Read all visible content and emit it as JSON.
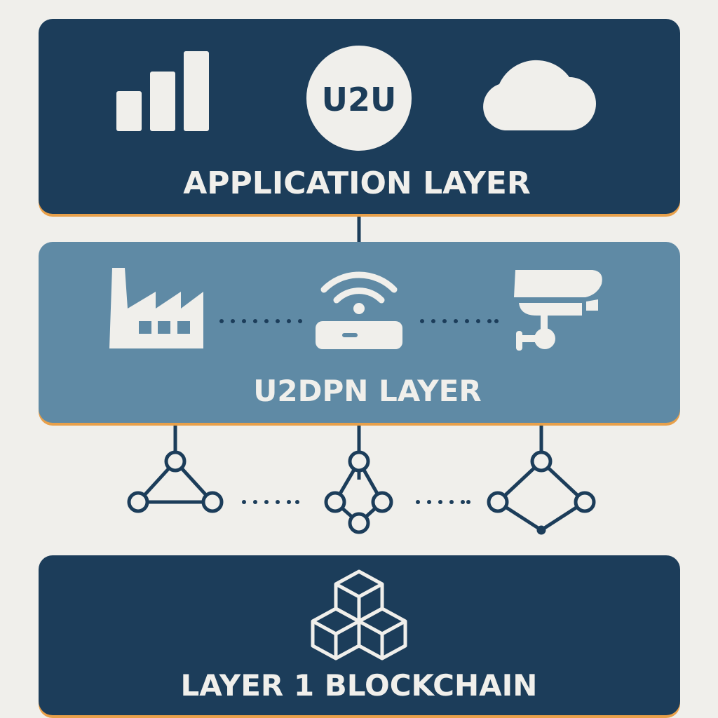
{
  "colors": {
    "navy": "#1c3d5a",
    "steel_blue": "#5f8aa5",
    "background": "#f0efeb",
    "accent_orange": "#e8a04a",
    "icon_fill": "#f0efeb"
  },
  "application_layer": {
    "title": "APPLICATION LAYER",
    "logo_text": "U2U",
    "icons": [
      "bar-chart-icon",
      "u2u-logo",
      "cloud-icon"
    ]
  },
  "u2dpn_layer": {
    "title": "U2DPN LAYER",
    "icons": [
      "factory-icon",
      "wifi-router-icon",
      "security-camera-icon"
    ]
  },
  "networks": [
    "triangle-network-icon",
    "diamond-network-icon",
    "diamond-network-icon"
  ],
  "blockchain_layer": {
    "title": "LAYER 1 BLOCKCHAIN",
    "icons": [
      "cubes-icon"
    ]
  }
}
